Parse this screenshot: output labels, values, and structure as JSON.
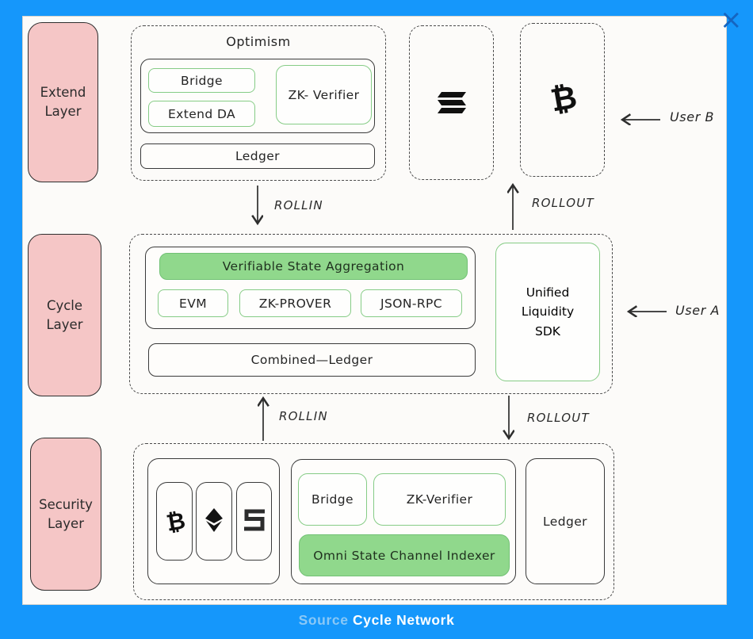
{
  "window": {
    "close_icon": "×"
  },
  "footer": {
    "source_label": "Source",
    "source_value": "Cycle Network"
  },
  "layers": {
    "extend": "Extend\nLayer",
    "cycle": "Cycle\nLayer",
    "security": "Security\nLayer"
  },
  "extend_section": {
    "optimism_title": "Optimism",
    "bridge": "Bridge",
    "extend_da": "Extend DA",
    "zk_verifier": "ZK- Verifier",
    "ledger": "Ledger",
    "chain_icons": [
      "solana-icon",
      "bitcoin-icon"
    ],
    "bitcoin_glyph": "₿",
    "user_b": "User B"
  },
  "cycle_section": {
    "vsa": "Verifiable State Aggregation",
    "evm": "EVM",
    "zk_prover": "ZK-PROVER",
    "json_rpc": "JSON-RPC",
    "combined_ledger": "Combined—Ledger",
    "sdk": "Unified\nLiquidity\nSDK",
    "user_a": "User A"
  },
  "security_section": {
    "chain_icons": [
      "bitcoin-icon",
      "ethereum-icon",
      "s-chain-icon"
    ],
    "bitcoin_glyph": "₿",
    "bridge": "Bridge",
    "zk_verifier": "ZK-Verifier",
    "omni_indexer": "Omni State Channel Indexer",
    "ledger": "Ledger"
  },
  "flows": {
    "rollin_top": "ROLLIN",
    "rollout_top": "ROLLOUT",
    "rollin_bottom": "ROLLIN",
    "rollout_bottom": "ROLLOUT"
  },
  "colors": {
    "frame_blue": "#1597fb",
    "layer_pink": "#f5c6c6",
    "green_fill": "#90d88c",
    "green_border": "#86cc86",
    "close_blue": "#1565c0"
  }
}
